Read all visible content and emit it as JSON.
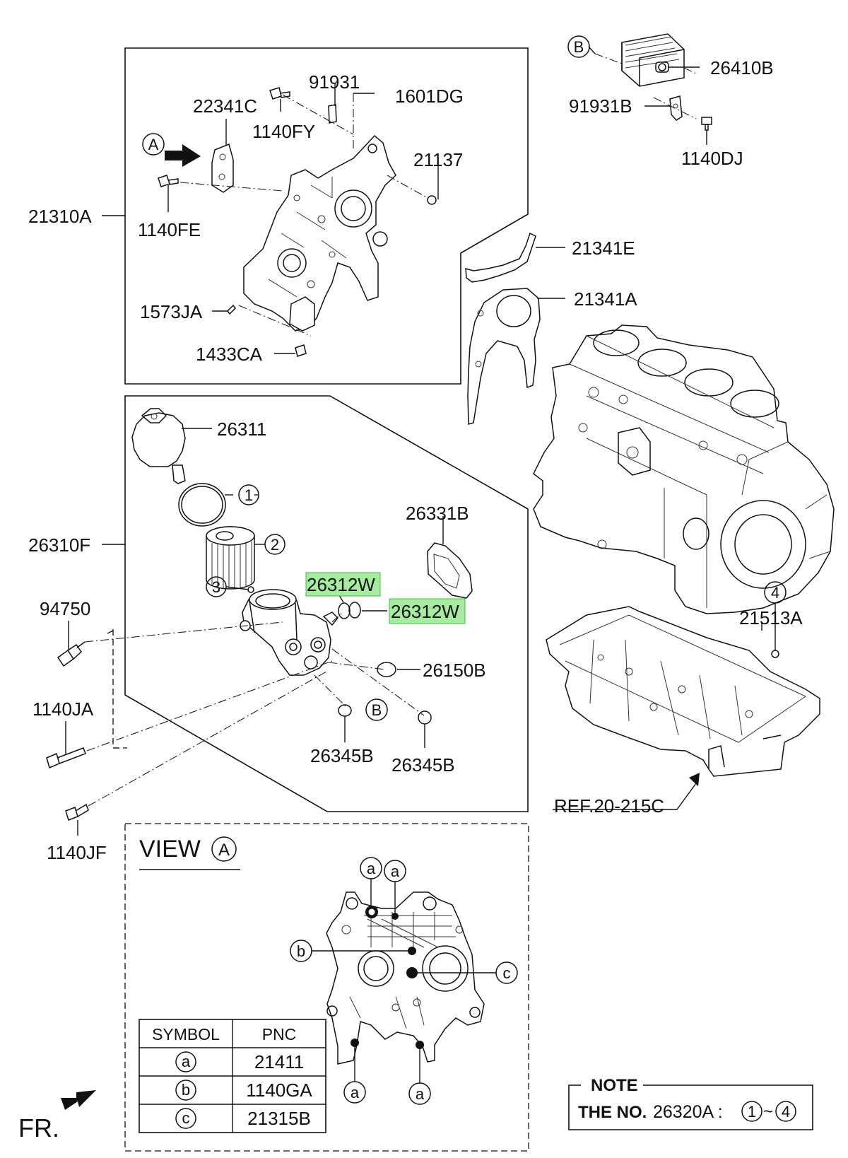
{
  "colors": {
    "highlight": "#a6ec9e",
    "highlight_border": "#3fbf3f",
    "line": "#111111"
  },
  "labels": {
    "p_26410B": "26410B",
    "p_91931B": "91931B",
    "p_1140DJ": "1140DJ",
    "p_91931": "91931",
    "p_1601DG": "1601DG",
    "p_22341C": "22341C",
    "p_1140FY": "1140FY",
    "p_21137": "21137",
    "p_21310A": "21310A",
    "p_1140FE": "1140FE",
    "p_21341E": "21341E",
    "p_21341A": "21341A",
    "p_1573JA": "1573JA",
    "p_1433CA": "1433CA",
    "p_26311": "26311",
    "p_26310F": "26310F",
    "p_26331B": "26331B",
    "p_26312W_a": "26312W",
    "p_26312W_b": "26312W",
    "p_94750": "94750",
    "p_21513A": "21513A",
    "p_26150B": "26150B",
    "p_1140JA": "1140JA",
    "p_26345B_a": "26345B",
    "p_26345B_b": "26345B",
    "p_1140JF": "1140JF",
    "ref": "REF.20-215C"
  },
  "callouts": {
    "A": "A",
    "B": "B",
    "B2": "B",
    "one": "1",
    "two": "2",
    "three": "3",
    "four": "4"
  },
  "view": {
    "title": "VIEW",
    "ref": "A",
    "pins": {
      "a1": "a",
      "a2": "a",
      "a3": "a",
      "a4": "a",
      "b": "b",
      "c": "c"
    }
  },
  "symbol_table": {
    "headers": [
      "SYMBOL",
      "PNC"
    ],
    "rows": [
      {
        "symbol": "a",
        "pnc": "21411"
      },
      {
        "symbol": "b",
        "pnc": "1140GA"
      },
      {
        "symbol": "c",
        "pnc": "21315B"
      }
    ]
  },
  "note": {
    "title": "NOTE",
    "prefix": "THE NO.",
    "part": "26320A :",
    "from": "1",
    "tilde": "~",
    "to": "4"
  },
  "front": {
    "label": "FR."
  }
}
